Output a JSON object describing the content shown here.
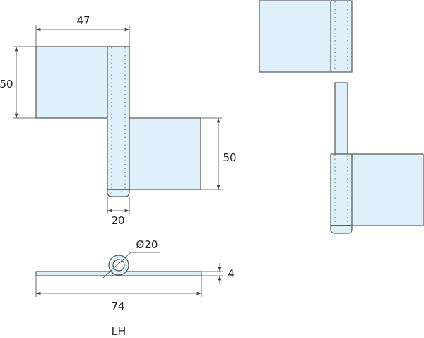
{
  "dimensions": {
    "leaf_width": "47",
    "upper_leaf_height": "50",
    "lower_leaf_height": "50",
    "knuckle_width": "20",
    "pin_diameter": "Ø20",
    "thickness": "4",
    "overall_width": "74"
  },
  "caption": "LH",
  "colors": {
    "leaf_fill": "#def0fa",
    "outline": "#555555"
  }
}
